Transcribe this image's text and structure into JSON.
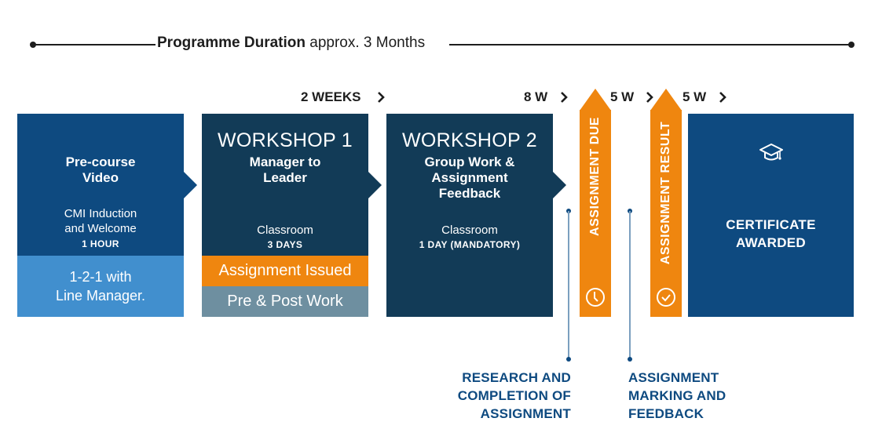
{
  "duration": {
    "label_bold": "Programme Duration",
    "label_rest": " approx. 3 Months"
  },
  "intervals": [
    {
      "label": "2 WEEKS",
      "icon": "chevron-right-icon"
    },
    {
      "label": "8 W",
      "icon": "chevron-right-icon"
    },
    {
      "label": "5 W",
      "icon": "chevron-right-icon"
    },
    {
      "label": "5 W",
      "icon": "chevron-right-icon"
    }
  ],
  "stages": {
    "pre_course": {
      "title_line1": "Pre-course",
      "title_line2": "Video",
      "desc_line1": "CMI Induction",
      "desc_line2": "and Welcome",
      "duration": "1 HOUR",
      "footer_line1": "1-2-1 with",
      "footer_line2": "Line Manager."
    },
    "workshop1": {
      "heading": "WORKSHOP 1",
      "title_line1": "Manager to",
      "title_line2": "Leader",
      "mode": "Classroom",
      "duration": "3 DAYS",
      "strip_orange": "Assignment Issued",
      "strip_grey": "Pre & Post Work"
    },
    "workshop2": {
      "heading": "WORKSHOP 2",
      "title_line1": "Group Work &",
      "title_line2": "Assignment",
      "title_line3": "Feedback",
      "mode": "Classroom",
      "duration": "1 DAY (MANDATORY)"
    },
    "assignment_due": {
      "label": "ASSIGNMENT DUE",
      "icon": "clock-icon"
    },
    "assignment_result": {
      "label": "ASSIGNMENT RESULT",
      "icon": "check-circle-icon"
    },
    "certificate": {
      "icon": "graduation-cap-icon",
      "title_line1": "CERTIFICATE",
      "title_line2": "AWARDED"
    }
  },
  "notes": {
    "research": [
      "RESEARCH AND",
      "COMPLETION OF",
      "ASSIGNMENT"
    ],
    "marking": [
      "ASSIGNMENT",
      "MARKING AND",
      "FEEDBACK"
    ]
  },
  "colors": {
    "navy": "#123b57",
    "blue": "#0e4a80",
    "light_blue": "#418fce",
    "orange": "#ef860f",
    "grey": "#6e8fa0"
  }
}
